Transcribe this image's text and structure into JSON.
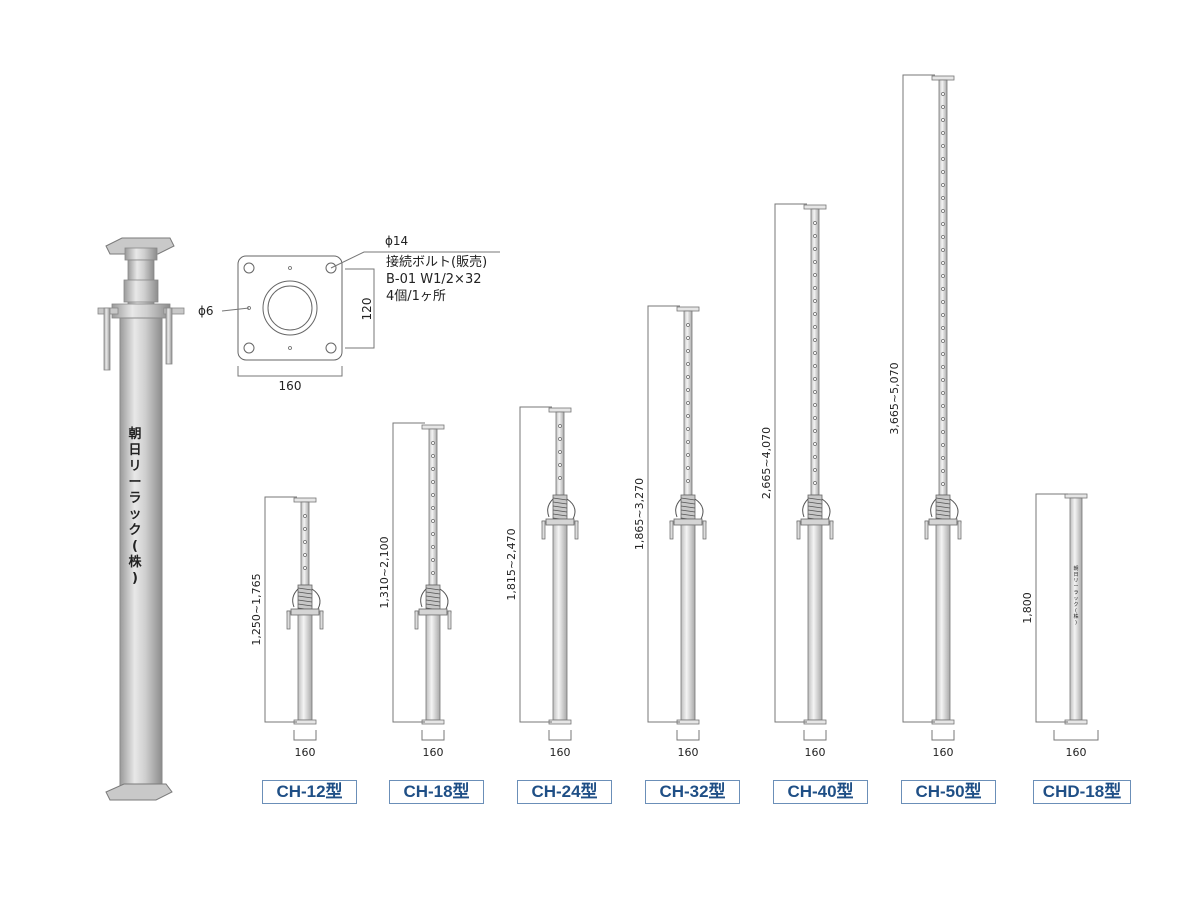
{
  "base_plate": {
    "hole_label": "ϕ14",
    "bolt_lines": [
      "接続ボルト(販売)",
      "B-01 W1/2×32",
      "4個/1ヶ所"
    ],
    "small_hole_label": "ϕ6",
    "height_dim": "120",
    "width_dim": "160"
  },
  "photo_label": "朝日リーラック(株)",
  "chd_label": "朝日リーラック(株)",
  "models": [
    {
      "name": "CH-12型",
      "range": "1,250~1,765",
      "base_width": "160"
    },
    {
      "name": "CH-18型",
      "range": "1,310~2,100",
      "base_width": "160"
    },
    {
      "name": "CH-24型",
      "range": "1,815~2,470",
      "base_width": "160"
    },
    {
      "name": "CH-32型",
      "range": "1,865~3,270",
      "base_width": "160"
    },
    {
      "name": "CH-40型",
      "range": "2,665~4,070",
      "base_width": "160"
    },
    {
      "name": "CH-50型",
      "range": "3,665~5,070",
      "base_width": "160"
    },
    {
      "name": "CHD-18型",
      "range": "1,800",
      "base_width": "160"
    }
  ],
  "colors": {
    "model_label": "#1f4f86",
    "model_border": "#6b8fb8",
    "steel": "#d9d9d9",
    "dimension_line": "#777777"
  }
}
